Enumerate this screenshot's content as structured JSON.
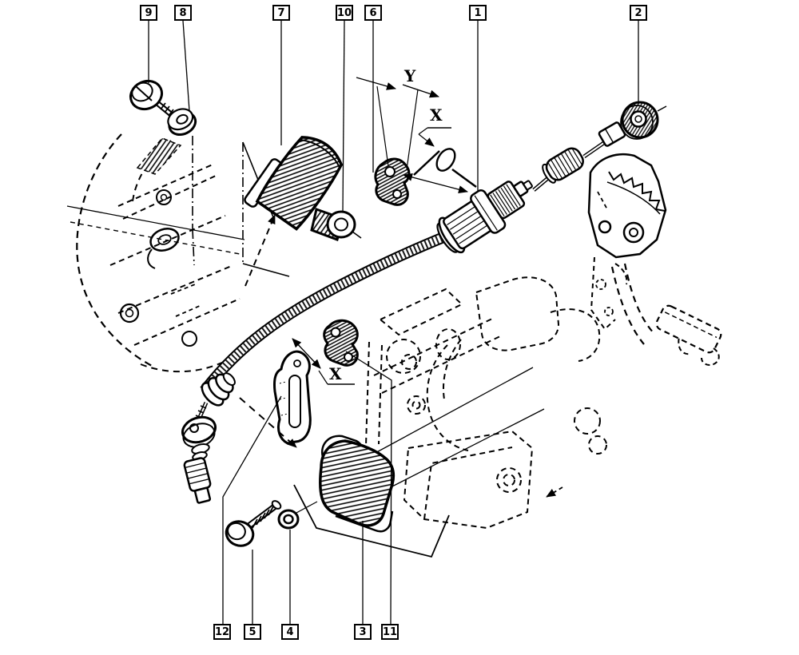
{
  "figure": {
    "kind": "exploded parts diagram",
    "subject": "clutch cable, pedal and engine mounting",
    "background_color": "#ffffff",
    "line_color": "#000000"
  },
  "callouts": {
    "c1": "1",
    "c2": "2",
    "c3": "3",
    "c4": "4",
    "c5": "5",
    "c6": "6",
    "c7": "7",
    "c8": "8",
    "c9": "9",
    "c10": "10",
    "c11": "11",
    "c12": "12"
  },
  "dimensions": {
    "y_label": "Y",
    "x_upper_label": "X",
    "x_lower_label": "X"
  }
}
